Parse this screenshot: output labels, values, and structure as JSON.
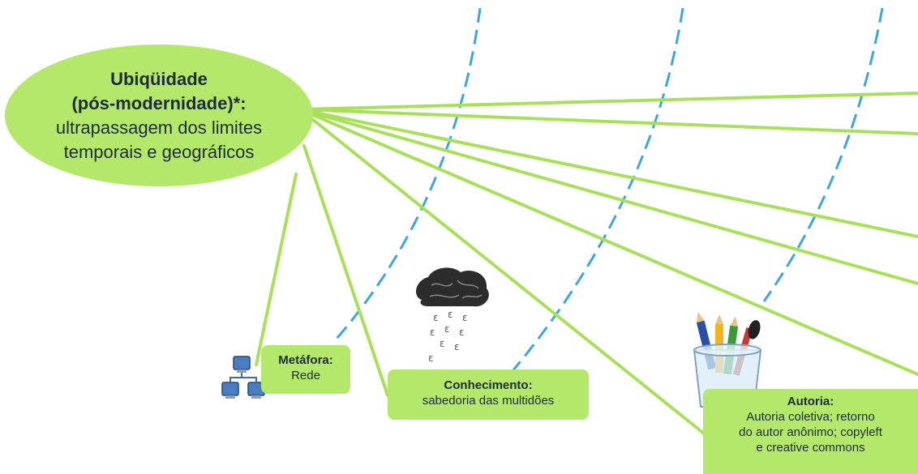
{
  "main_node": {
    "title": "Ubiqüidade",
    "subtitle": "(pós-modernidade)*:",
    "desc_line1": "ultrapassagem dos limites",
    "desc_line2": "temporais e geográficos"
  },
  "nodes": {
    "metafora": {
      "title": "Metáfora:",
      "text": "Rede"
    },
    "conhecimento": {
      "title": "Conhecimento:",
      "text": "sabedoria das multidões"
    },
    "autoria": {
      "title": "Autoria:",
      "line1": "Autoria coletiva; retorno",
      "line2": "do autor anônimo; copyleft",
      "line3": "e creative commons"
    }
  },
  "icons": {
    "network": "network-icon",
    "brain_cloud": "brain-cloud-icon",
    "pencil_cup": "pencil-cup-icon"
  },
  "colors": {
    "node_fill": "#b3e86a",
    "connector": "#a8e05a",
    "dashed_arc": "#3fa6d8",
    "text": "#1f2b3a"
  }
}
